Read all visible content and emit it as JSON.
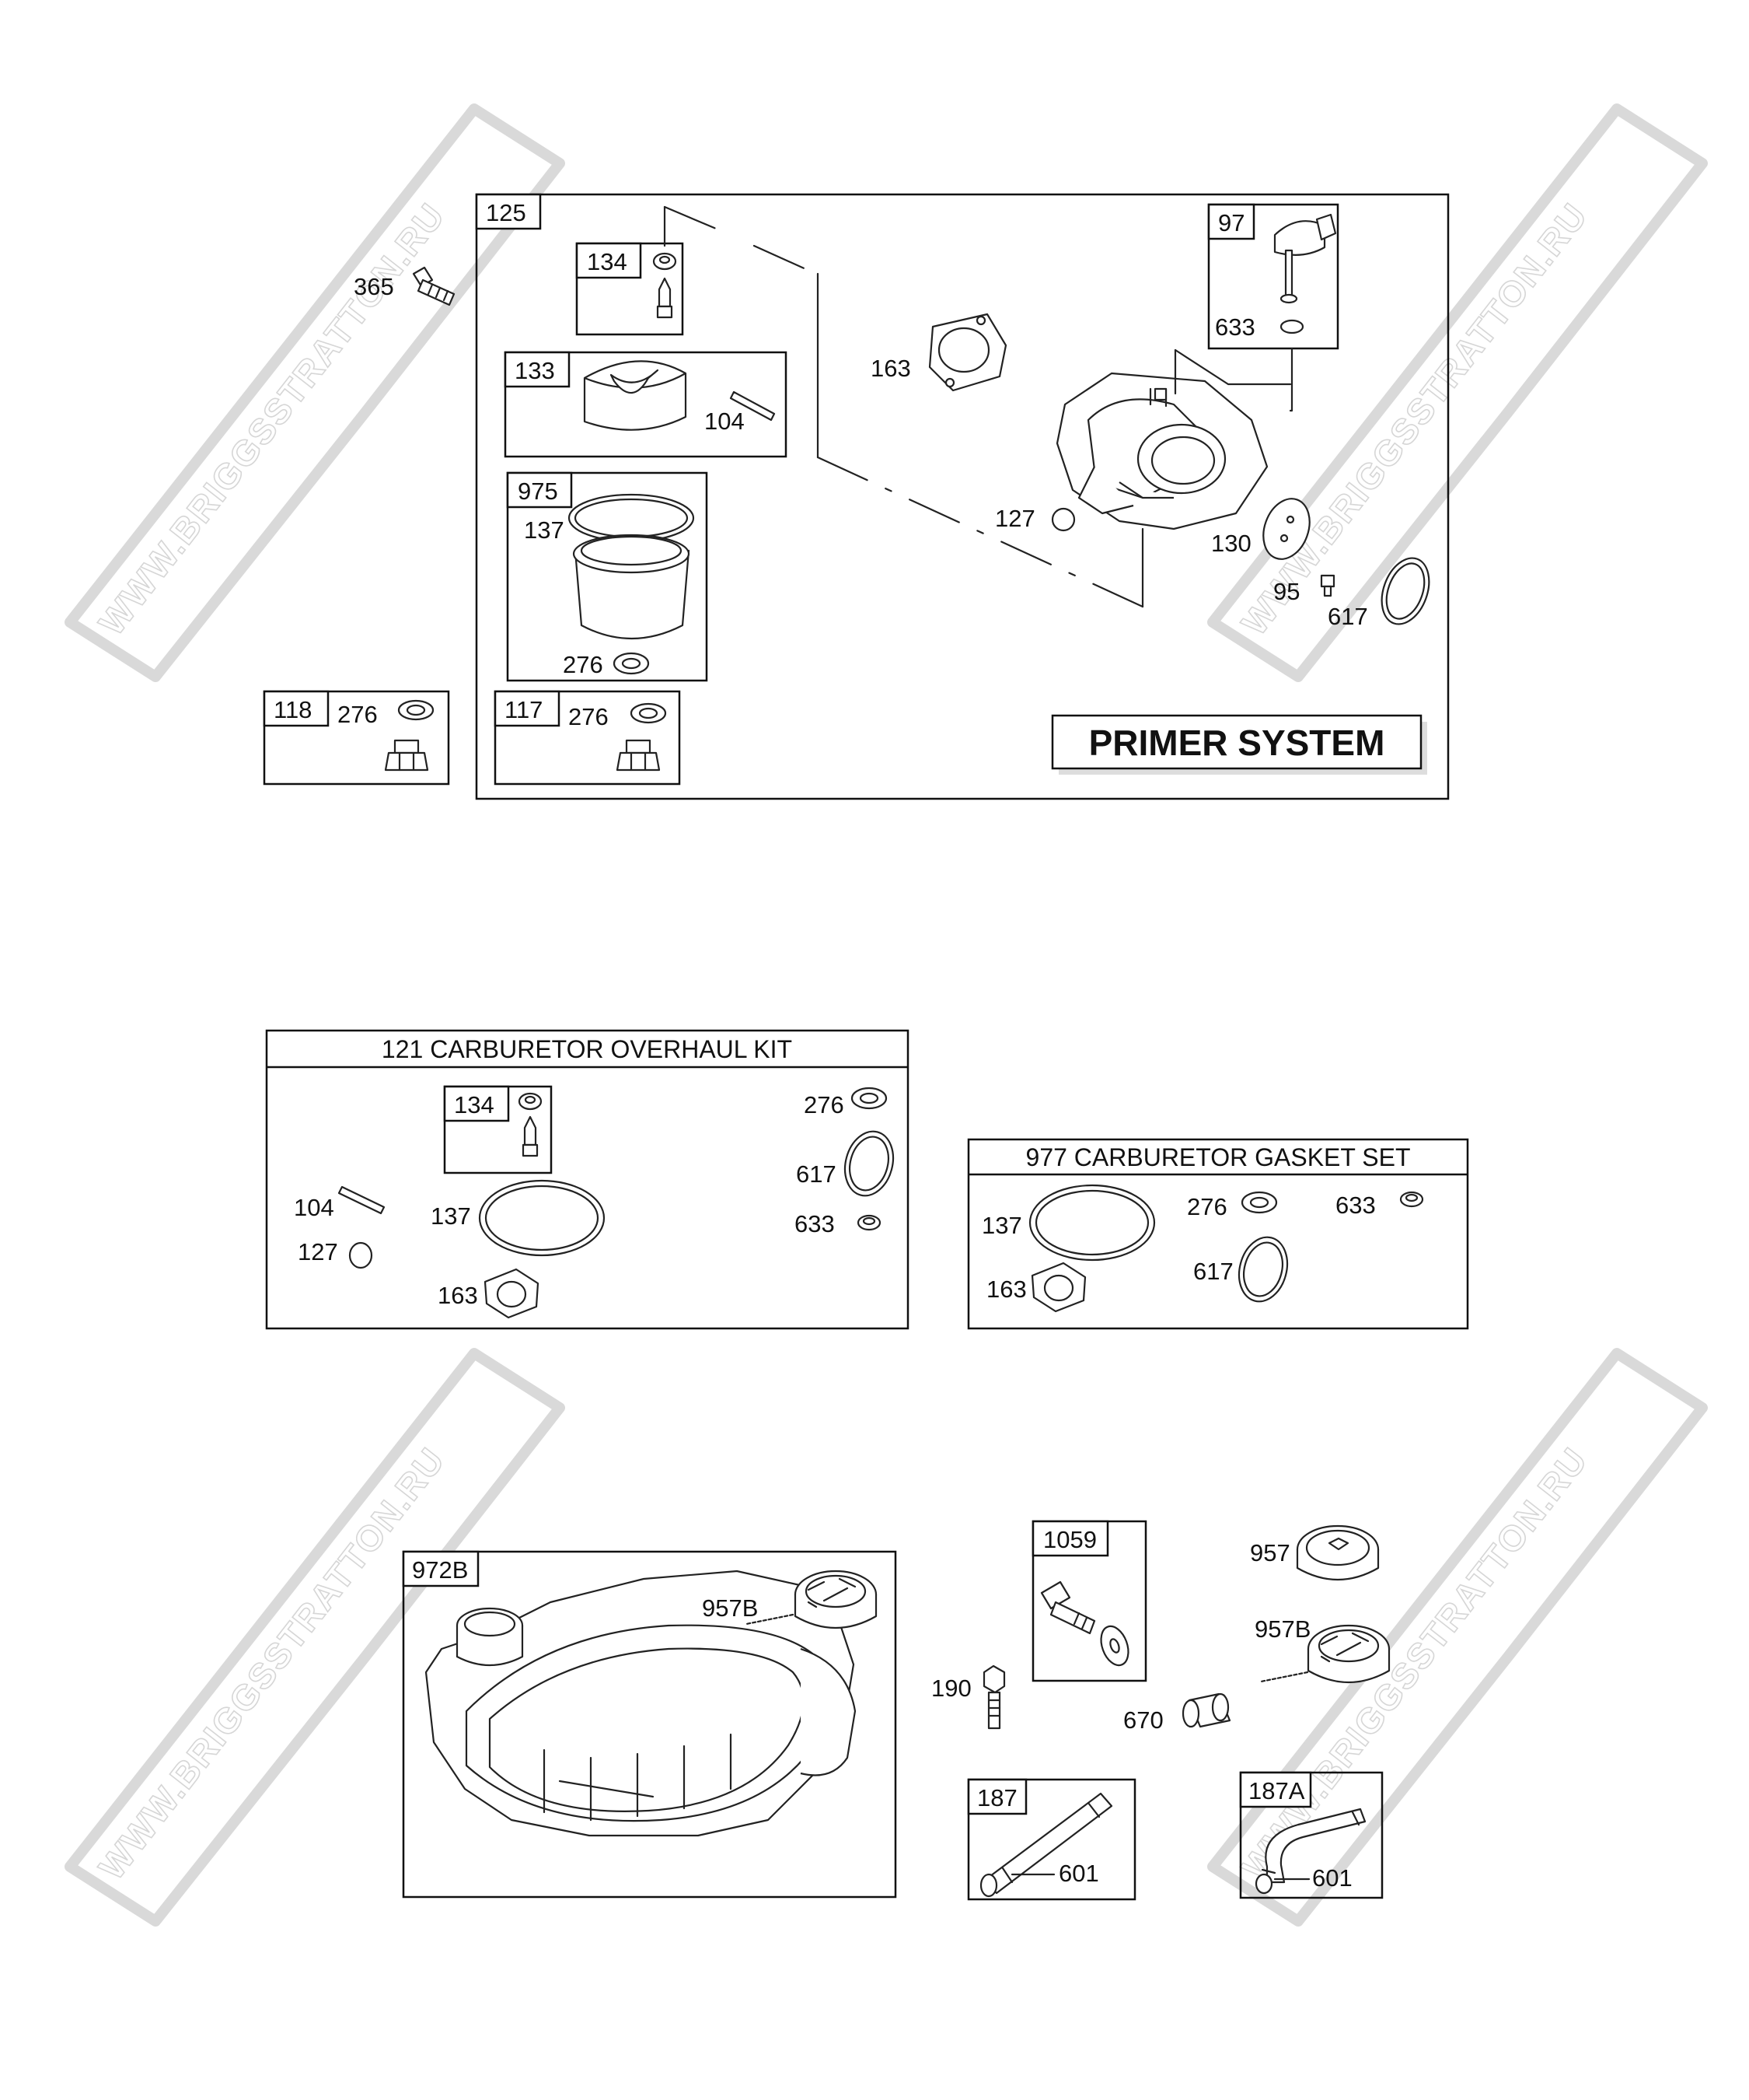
{
  "watermark": "WWW.BRIGGSSTRATTON.RU",
  "sections": {
    "primer": {
      "title": "PRIMER SYSTEM",
      "tags": {
        "t125": "125",
        "t134": "134",
        "t133": "133",
        "t975": "975",
        "t118": "118",
        "t117": "117",
        "t97": "97"
      },
      "labels": {
        "l365": "365",
        "l104": "104",
        "l137": "137",
        "l276a": "276",
        "l276b": "276",
        "l276c": "276",
        "l163": "163",
        "l633": "633",
        "l127": "127",
        "l130": "130",
        "l95": "95",
        "l617": "617"
      }
    },
    "overhaul": {
      "title": "121 CARBURETOR OVERHAUL KIT",
      "tags": {
        "t134": "134"
      },
      "labels": {
        "l104": "104",
        "l127": "127",
        "l137": "137",
        "l163": "163",
        "l276": "276",
        "l617": "617",
        "l633": "633"
      }
    },
    "gasket": {
      "title": "977 CARBURETOR GASKET SET",
      "labels": {
        "l137": "137",
        "l163": "163",
        "l276": "276",
        "l617": "617",
        "l633": "633"
      }
    },
    "tank": {
      "tags": {
        "t972b": "972B",
        "t1059": "1059",
        "t187": "187",
        "t187a": "187A"
      },
      "labels": {
        "l957b1": "957B",
        "l957": "957",
        "l957b2": "957B",
        "l190": "190",
        "l670": "670",
        "l601a": "601",
        "l601b": "601"
      }
    }
  }
}
